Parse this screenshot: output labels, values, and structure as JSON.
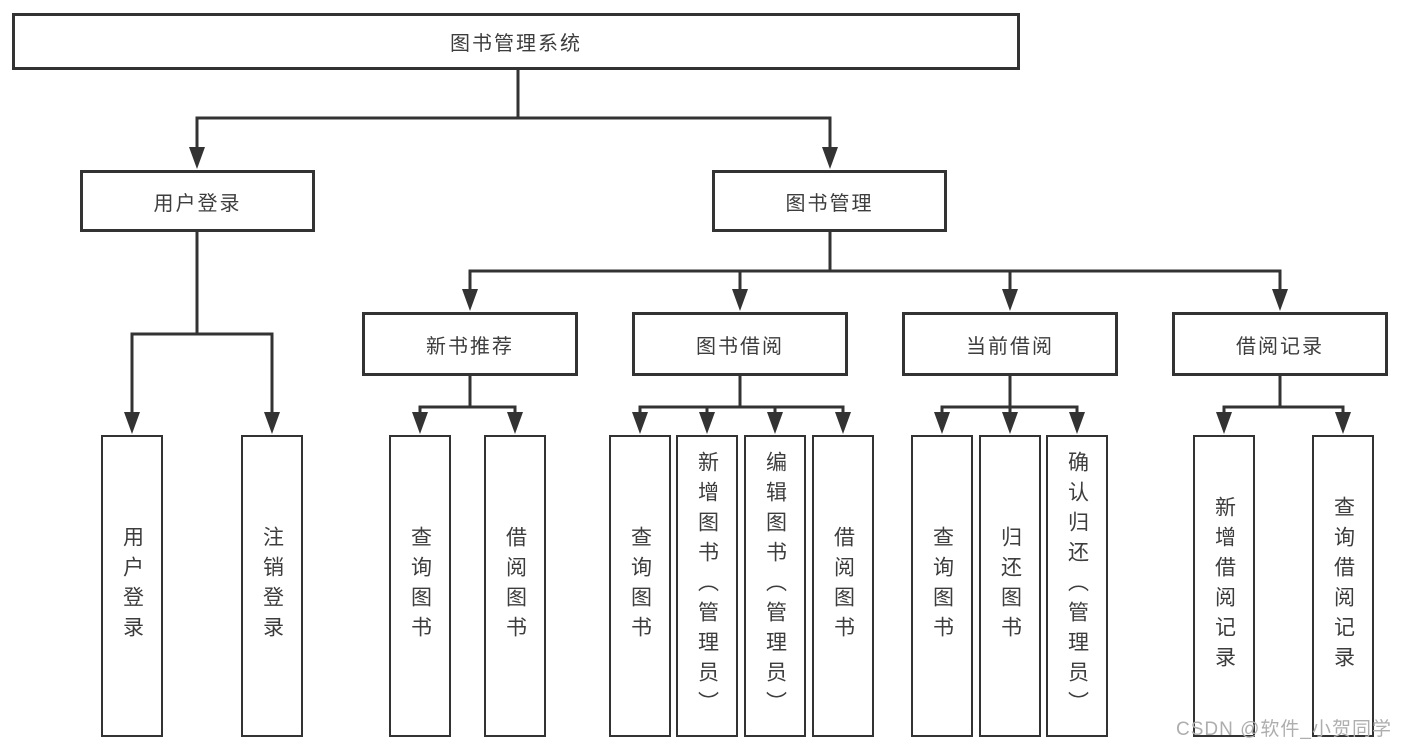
{
  "tree": {
    "label": "图书管理系统",
    "children": [
      {
        "label": "用户登录",
        "children": [
          {
            "label": "用户登录"
          },
          {
            "label": "注销登录"
          }
        ]
      },
      {
        "label": "图书管理",
        "children": [
          {
            "label": "新书推荐",
            "children": [
              {
                "label": "查询图书"
              },
              {
                "label": "借阅图书"
              }
            ]
          },
          {
            "label": "图书借阅",
            "children": [
              {
                "label": "查询图书"
              },
              {
                "label": "新增图书（管理员）"
              },
              {
                "label": "编辑图书（管理员）"
              },
              {
                "label": "借阅图书"
              }
            ]
          },
          {
            "label": "当前借阅",
            "children": [
              {
                "label": "查询图书"
              },
              {
                "label": "归还图书"
              },
              {
                "label": "确认归还（管理员）"
              }
            ]
          },
          {
            "label": "借阅记录",
            "children": [
              {
                "label": "新增借阅记录"
              },
              {
                "label": "查询借阅记录"
              }
            ]
          }
        ]
      }
    ]
  },
  "watermark": "CSDN @软件_小贺同学",
  "colors": {
    "line": "#333333",
    "box_border": "#333333",
    "text": "#3d3d3d",
    "background": "#ffffff",
    "watermark": "#aeaeae"
  }
}
